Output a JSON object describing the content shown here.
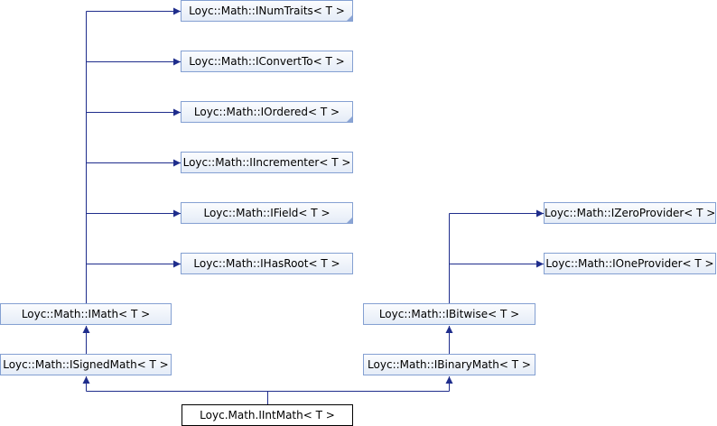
{
  "diagram": {
    "nodes": {
      "inumtraits": "Loyc::Math::INumTraits< T >",
      "iconvertto": "Loyc::Math::IConvertTo< T >",
      "iordered": "Loyc::Math::IOrdered< T >",
      "iincrementer": "Loyc::Math::IIncrementer< T >",
      "ifield": "Loyc::Math::IField< T >",
      "ihasroot": "Loyc::Math::IHasRoot< T >",
      "imath": "Loyc::Math::IMath< T >",
      "isignedmath": "Loyc::Math::ISignedMath< T >",
      "iintmath": "Loyc.Math.IIntMath< T >",
      "izeroprovider": "Loyc::Math::IZeroProvider< T >",
      "ioneprovider": "Loyc::Math::IOneProvider< T >",
      "ibitwise": "Loyc::Math::IBitwise< T >",
      "ibinarymath": "Loyc::Math::IBinaryMath< T >"
    },
    "colors": {
      "edge": "#1f2d8c",
      "node_border": "#84a0d2",
      "node_fill_top": "#fbfcfe",
      "node_fill_bottom": "#e5ecf7",
      "main_border": "#000000"
    }
  }
}
